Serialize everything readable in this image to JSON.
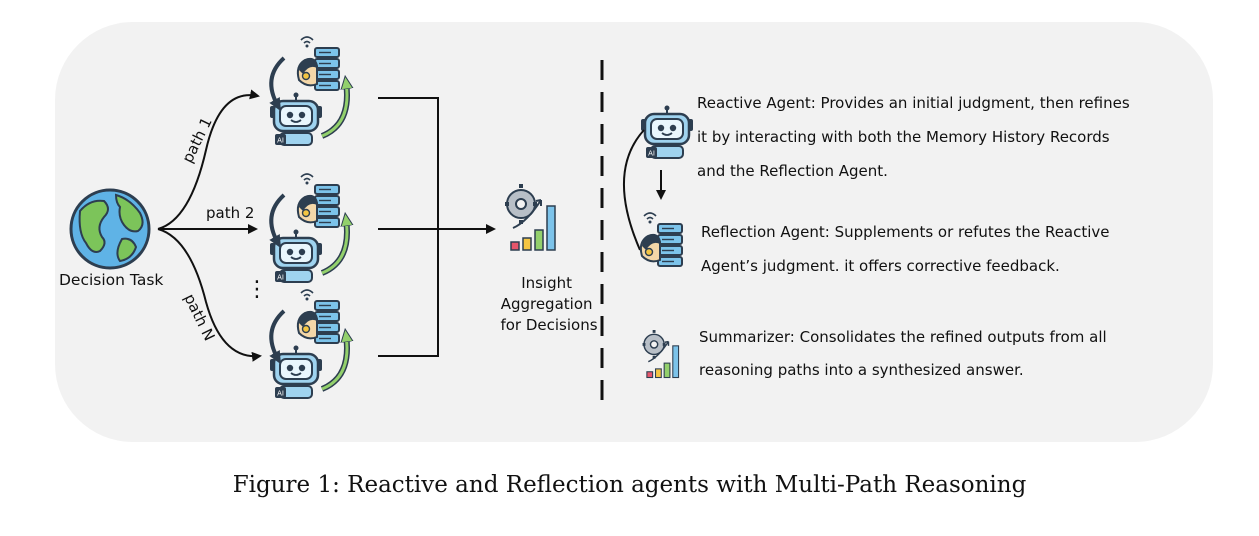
{
  "left": {
    "task_label": "Decision Task",
    "paths": [
      {
        "label": "path 1"
      },
      {
        "label": "path 2"
      },
      {
        "label": "path N"
      }
    ],
    "ellipsis": "⋮"
  },
  "center": {
    "aggregation_label": [
      "Insight",
      "Aggregation",
      "for Decisions"
    ]
  },
  "legend": {
    "reactive": {
      "icon": "robot-icon",
      "lines": [
        "Reactive Agent: Provides an initial judgment, then refines",
        "it by interacting with both the Memory History Records",
        "and the Reflection Agent."
      ]
    },
    "reflection": {
      "icon": "person-server-icon",
      "lines": [
        "Reflection Agent: Supplements or refutes the Reactive",
        "Agent’s judgment.  it offers corrective feedback."
      ]
    },
    "summarizer": {
      "icon": "brain-gear-chart-icon",
      "lines": [
        "Summarizer: Consolidates the refined outputs from all",
        "reasoning paths into a synthesized answer."
      ]
    }
  },
  "robot_badge": "AI",
  "caption": "Figure 1: Reactive and Reflection agents with Multi-Path Reasoning",
  "colors": {
    "panel": "#f2f2f2",
    "robot": "#9fd3ef",
    "server": "#7cc3ea",
    "navy": "#2d3e50",
    "green": "#93d06c",
    "red": "#e6566b",
    "yellow": "#f4c542"
  }
}
